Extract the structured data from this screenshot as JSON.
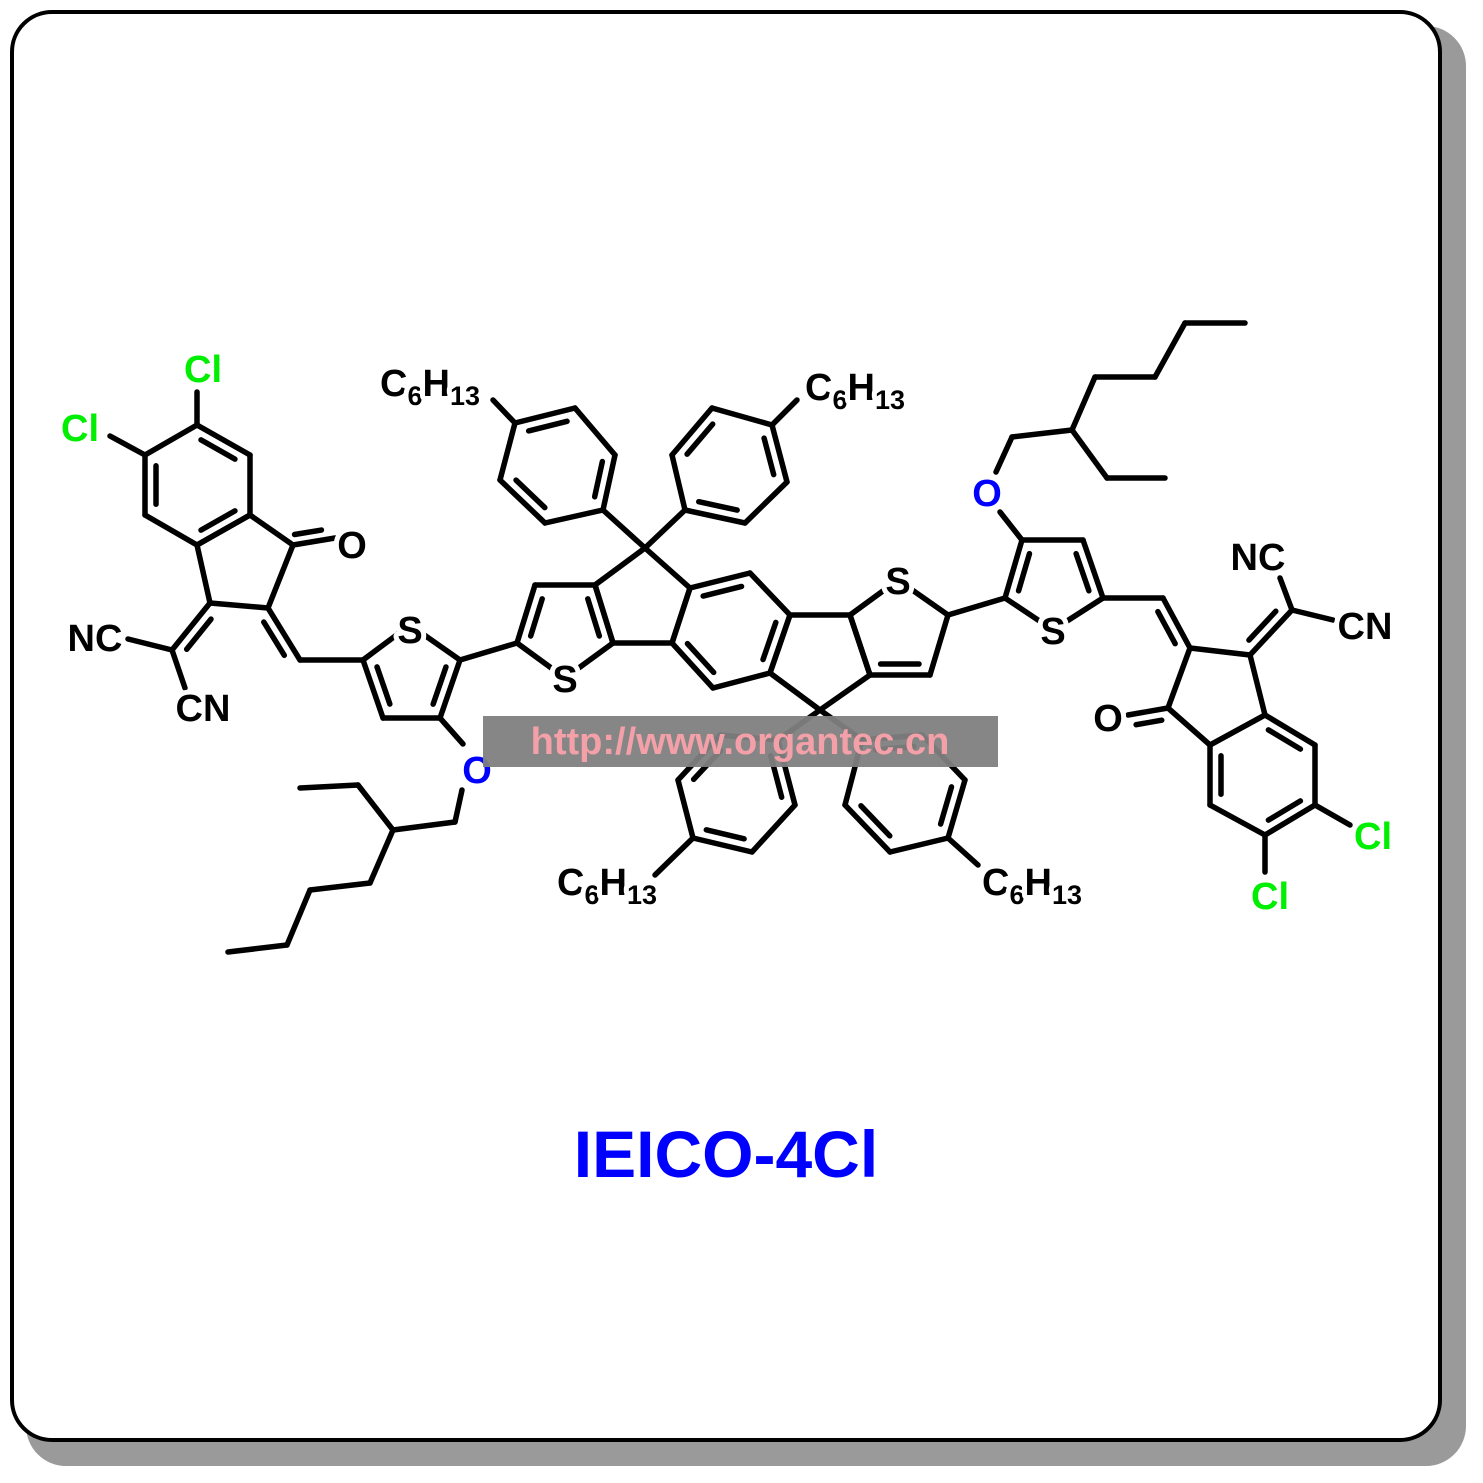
{
  "compound_name": "IEICO-4Cl",
  "watermark": "http://www.organtec.cn",
  "atoms": {
    "chlorine": "Cl",
    "oxygen": "O",
    "sulfur": "S",
    "nitrile_left": "NC",
    "nitrile_right": "CN"
  },
  "substituent": {
    "c": "C",
    "c_count": "6",
    "h": "H",
    "h_count": "13"
  },
  "colors": {
    "bond": "#000000",
    "chlorine": "#00ee00",
    "oxygen": "#0000ff",
    "title": "#0000ff",
    "watermark_bg": "#808080",
    "watermark_text": "#f4a0a8"
  }
}
